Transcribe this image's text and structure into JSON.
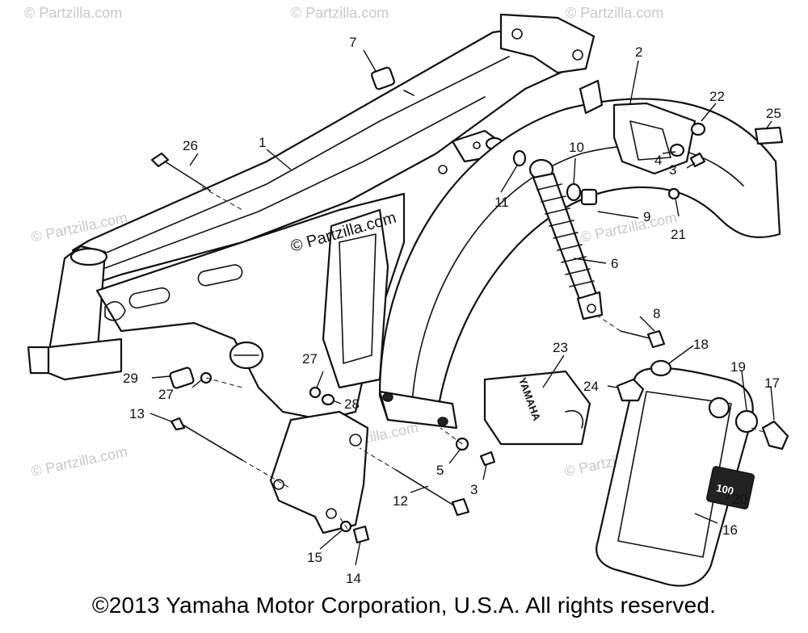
{
  "watermarks": {
    "main": "© Partzilla.com",
    "faint": "© Partzilla.com"
  },
  "decals": {
    "fender_lettering": "YAMAHA",
    "cover_badge": "100"
  },
  "callouts": [
    {
      "id": "c1",
      "label": "1"
    },
    {
      "id": "c2",
      "label": "2"
    },
    {
      "id": "c3a",
      "label": "3"
    },
    {
      "id": "c3b",
      "label": "3"
    },
    {
      "id": "c4",
      "label": "4"
    },
    {
      "id": "c5",
      "label": "5"
    },
    {
      "id": "c6",
      "label": "6"
    },
    {
      "id": "c7",
      "label": "7"
    },
    {
      "id": "c8",
      "label": "8"
    },
    {
      "id": "c9",
      "label": "9"
    },
    {
      "id": "c10",
      "label": "10"
    },
    {
      "id": "c11",
      "label": "11"
    },
    {
      "id": "c12",
      "label": "12"
    },
    {
      "id": "c13",
      "label": "13"
    },
    {
      "id": "c14",
      "label": "14"
    },
    {
      "id": "c15",
      "label": "15"
    },
    {
      "id": "c16",
      "label": "16"
    },
    {
      "id": "c17",
      "label": "17"
    },
    {
      "id": "c18",
      "label": "18"
    },
    {
      "id": "c19",
      "label": "19"
    },
    {
      "id": "c20",
      "label": "20"
    },
    {
      "id": "c21",
      "label": "21"
    },
    {
      "id": "c22",
      "label": "22"
    },
    {
      "id": "c23",
      "label": "23"
    },
    {
      "id": "c24",
      "label": "24"
    },
    {
      "id": "c25",
      "label": "25"
    },
    {
      "id": "c26",
      "label": "26"
    },
    {
      "id": "c27a",
      "label": "27"
    },
    {
      "id": "c27b",
      "label": "27"
    },
    {
      "id": "c28",
      "label": "28"
    },
    {
      "id": "c29",
      "label": "29"
    }
  ],
  "footer": {
    "copyright": "©2013 Yamaha Motor Corporation, U.S.A. All rights reserved."
  }
}
